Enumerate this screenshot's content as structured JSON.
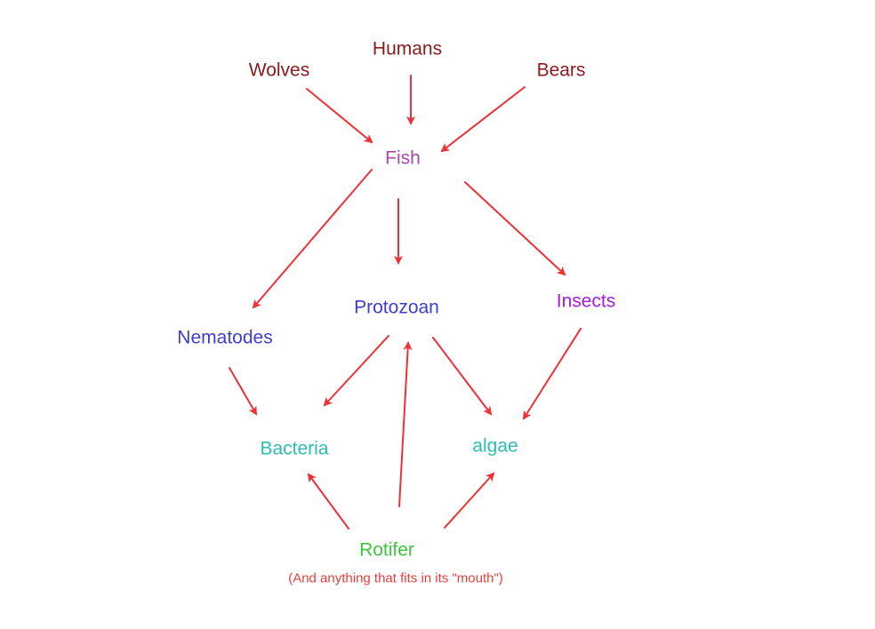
{
  "colors": {
    "arrow": "#f03035",
    "predator": "#8b1a1a",
    "fish": "#a64aa6",
    "protist": "#3e3ed0",
    "insect": "#a21de0",
    "producer": "#2ebdb4",
    "rotifer": "#3ec43e",
    "note": "#e83c3c"
  },
  "nodes": {
    "humans": {
      "label": "Humans",
      "color": "#8b1a1a"
    },
    "wolves": {
      "label": "Wolves",
      "color": "#8b1a1a"
    },
    "bears": {
      "label": "Bears",
      "color": "#8b1a1a"
    },
    "fish": {
      "label": "Fish",
      "color": "#a64aa6"
    },
    "protozoan": {
      "label": "Protozoan",
      "color": "#3e3ed0"
    },
    "insects": {
      "label": "Insects",
      "color": "#a21de0"
    },
    "nematodes": {
      "label": "Nematodes",
      "color": "#3e3ed0"
    },
    "bacteria": {
      "label": "Bacteria",
      "color": "#2ebdb4"
    },
    "algae": {
      "label": "algae",
      "color": "#2ebdb4"
    },
    "rotifer": {
      "label": "Rotifer",
      "color": "#3ec43e"
    }
  },
  "note": {
    "text": "(And anything that fits in its \"mouth\")",
    "color": "#e83c3c"
  },
  "edges": [
    {
      "from": "wolves",
      "to": "fish"
    },
    {
      "from": "humans",
      "to": "fish"
    },
    {
      "from": "bears",
      "to": "fish"
    },
    {
      "from": "fish",
      "to": "nematodes"
    },
    {
      "from": "fish",
      "to": "protozoan"
    },
    {
      "from": "fish",
      "to": "insects"
    },
    {
      "from": "nematodes",
      "to": "bacteria"
    },
    {
      "from": "protozoan",
      "to": "bacteria"
    },
    {
      "from": "protozoan",
      "to": "algae"
    },
    {
      "from": "insects",
      "to": "algae"
    },
    {
      "from": "rotifer",
      "to": "bacteria"
    },
    {
      "from": "rotifer",
      "to": "protozoan"
    },
    {
      "from": "rotifer",
      "to": "algae"
    }
  ]
}
